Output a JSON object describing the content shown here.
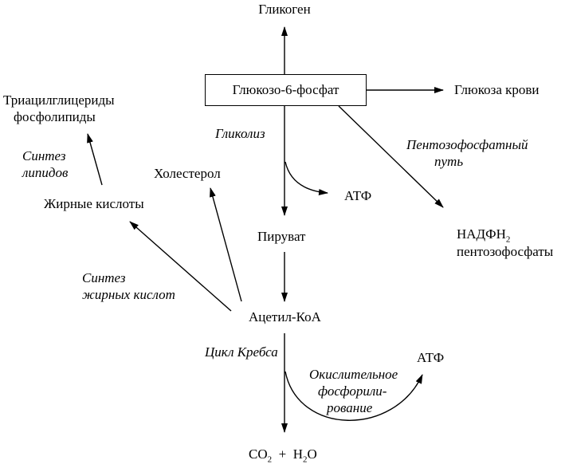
{
  "nodes": {
    "glycogen": "Гликоген",
    "g6p": "Глюкозо-6-фосфат",
    "blood_glucose": "Глюкоза крови",
    "tag_line1": "Триацилглицериды",
    "tag_line2": "фосфолипиды",
    "fatty_acids": "Жирные кислоты",
    "cholesterol": "Холестерол",
    "atp_1": "АТФ",
    "pyruvate": "Пируват",
    "nadph_main": "НАДФН",
    "nadph_sub": "2",
    "pentose_phosphates": "пентозофосфаты",
    "acetyl_coa": "Ацетил-КоА",
    "atp_2": "АТФ",
    "co2_main": "CO",
    "co2_sub": "2",
    "plus": "+",
    "h2o_h": "H",
    "h2o_sub": "2",
    "h2o_o": "O"
  },
  "process_labels": {
    "glycolysis": "Гликолиз",
    "pentose_line1": "Пентозофосфатный",
    "pentose_line2": "путь",
    "lipid_synth_line1": "Синтез",
    "lipid_synth_line2": "липидов",
    "fa_synth_line1": "Синтез",
    "fa_synth_line2": "жирных кислот",
    "krebs": "Цикл Кребса",
    "oxphos_line1": "Окислительное",
    "oxphos_line2": "фосфорили-",
    "oxphos_line3": "рование"
  }
}
